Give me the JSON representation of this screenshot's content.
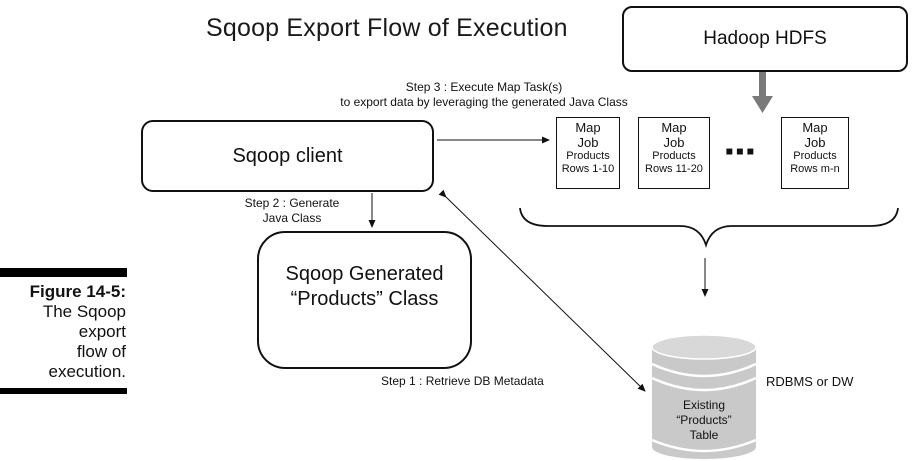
{
  "title": "Sqoop Export Flow of Execution",
  "hdfs": {
    "label": "Hadoop HDFS"
  },
  "client": {
    "label": "Sqoop client"
  },
  "generated_class": {
    "line1": "Sqoop Generated",
    "line2": "“Products” Class"
  },
  "steps": {
    "step3_line1": "Step 3 : Execute Map Task(s)",
    "step3_line2": "to export data by leveraging the generated Java Class",
    "step2_line1": "Step 2 : Generate",
    "step2_line2": "Java Class",
    "step1": "Step 1 : Retrieve DB Metadata"
  },
  "map_jobs": [
    {
      "line1": "Map",
      "line2": "Job",
      "line3": "Products",
      "line4": "Rows 1-10"
    },
    {
      "line1": "Map",
      "line2": "Job",
      "line3": "Products",
      "line4": "Rows 11-20"
    },
    {
      "line1": "Map",
      "line2": "Job",
      "line3": "Products",
      "line4": "Rows m-n"
    }
  ],
  "ellipsis": "▪▪▪",
  "database": {
    "line1": "Existing",
    "line2": "“Products”",
    "line3": "Table",
    "side_label": "RDBMS or DW"
  },
  "caption": {
    "title": "Figure 14-5:",
    "line1": "The Sqoop",
    "line2": "export",
    "line3": "flow of",
    "line4": "execution."
  }
}
